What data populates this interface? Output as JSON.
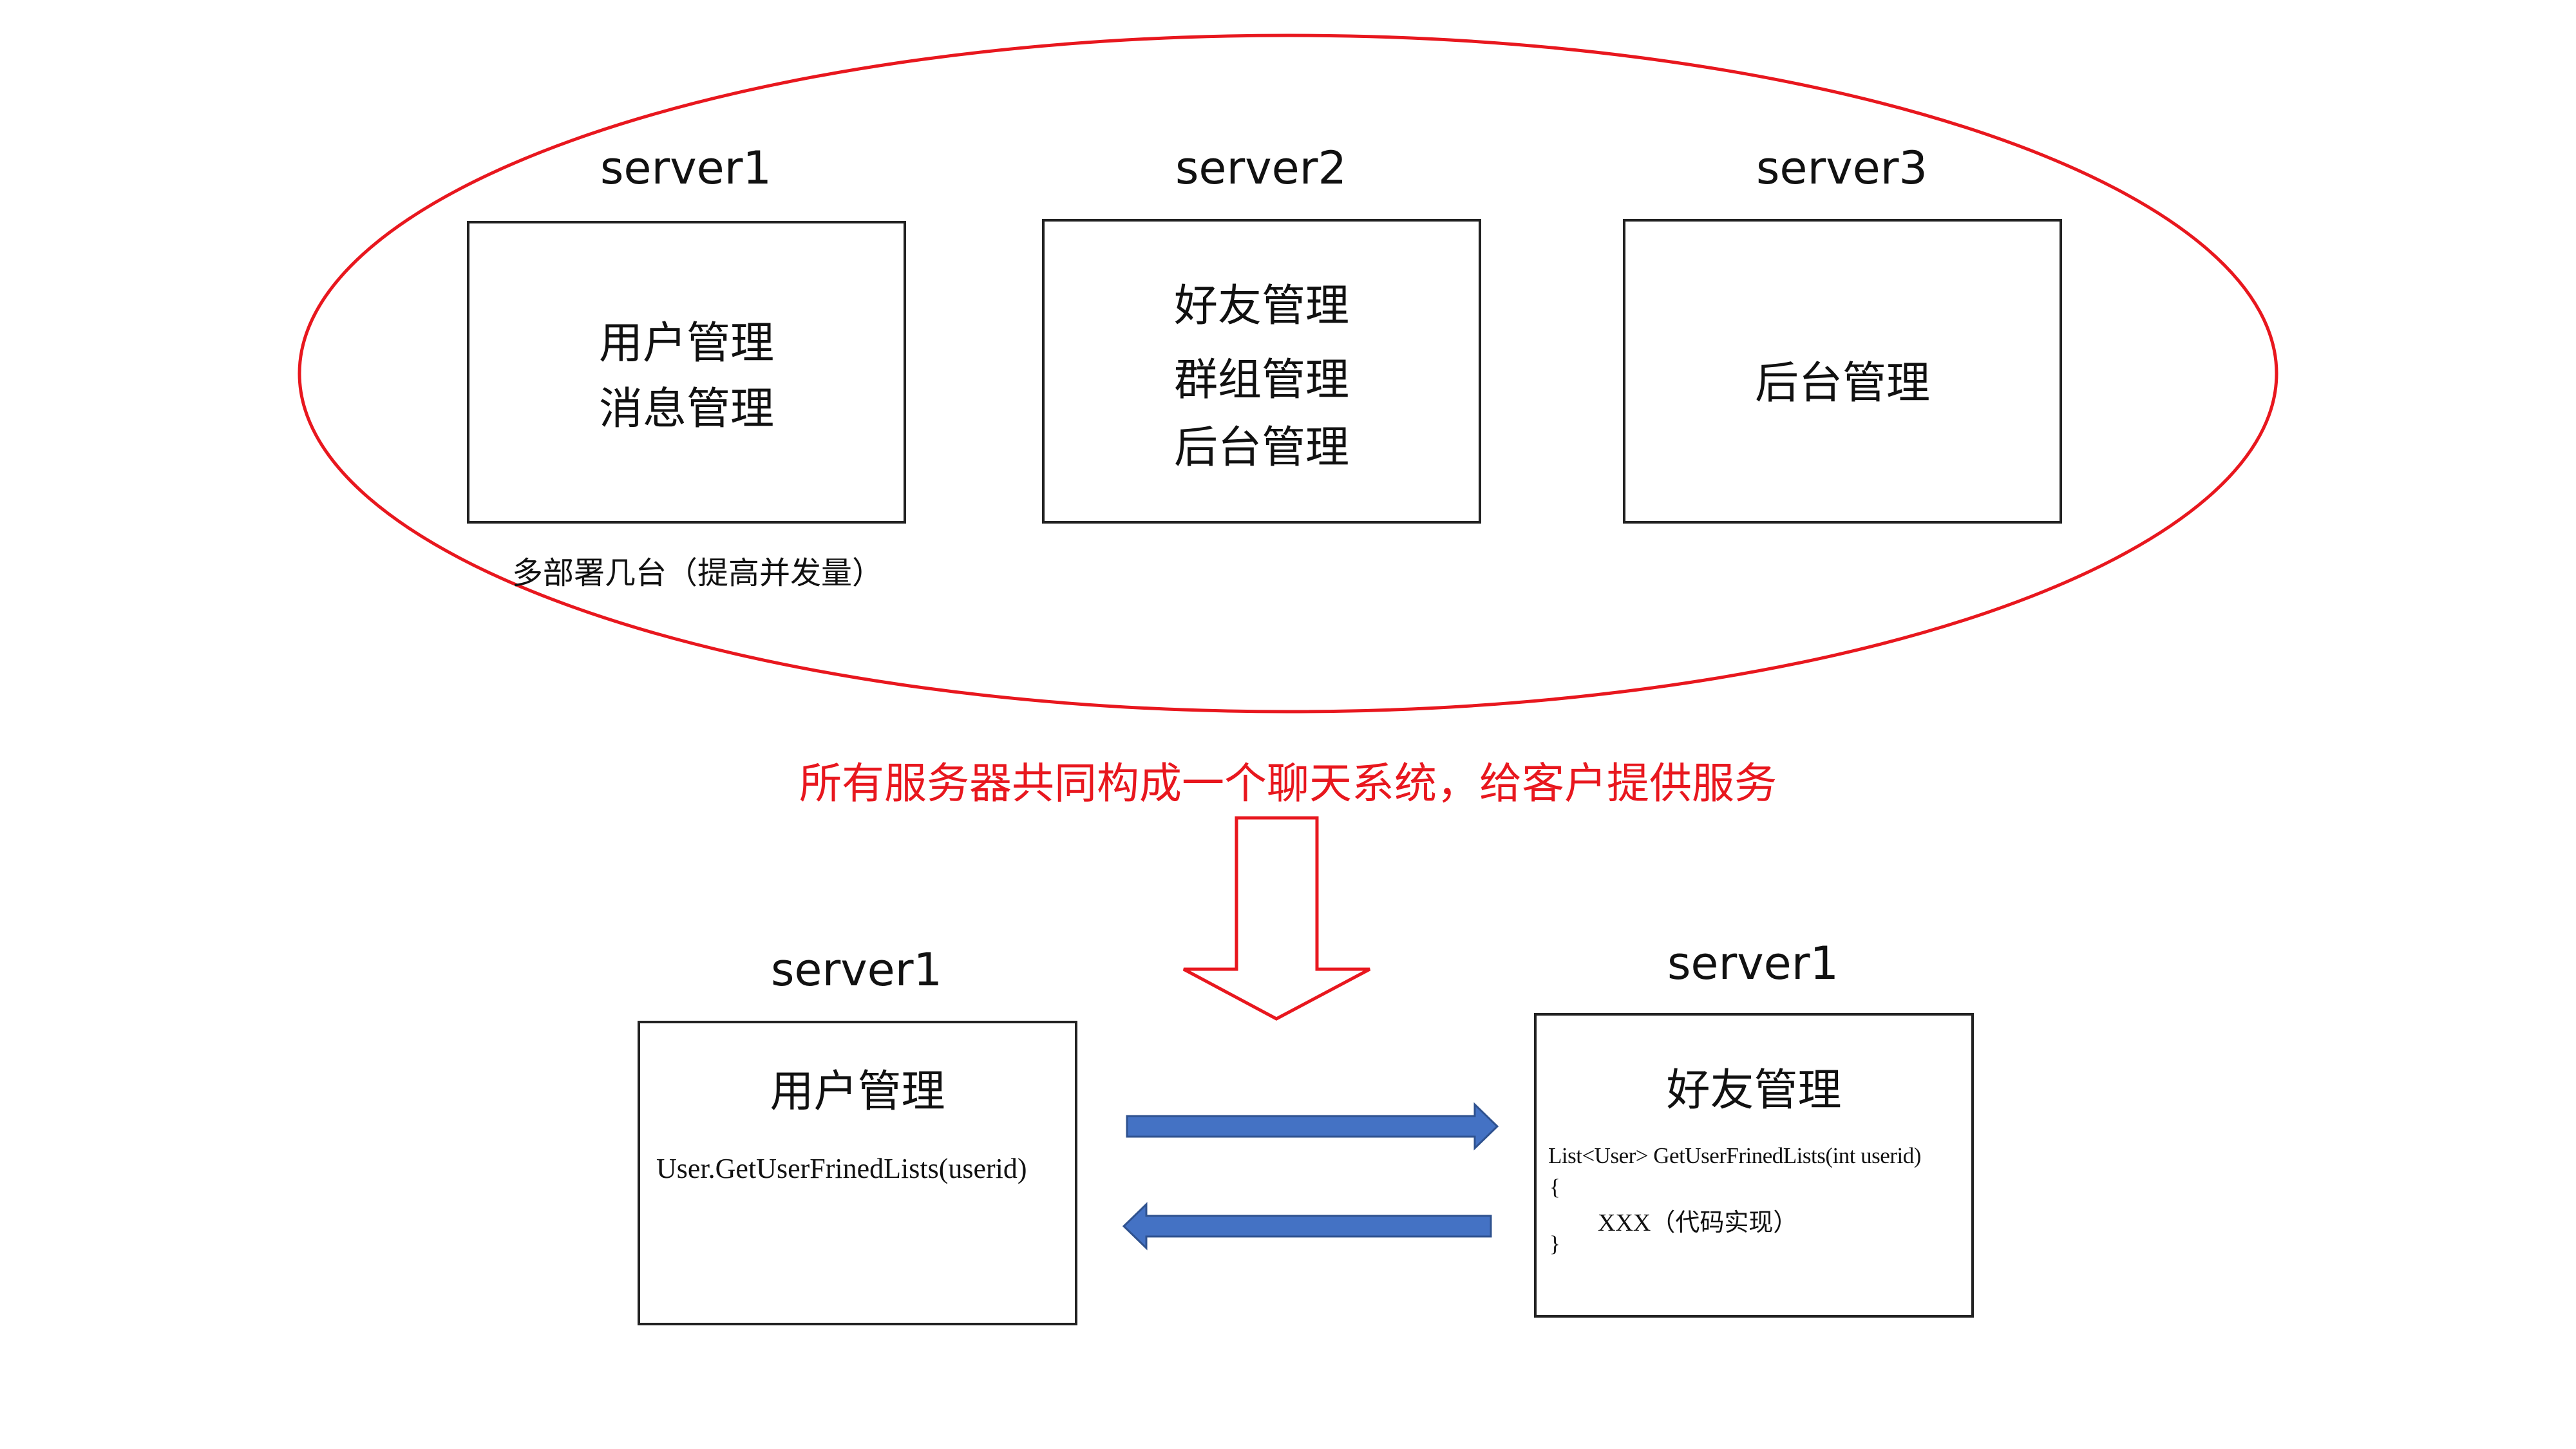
{
  "top_cluster": {
    "servers": [
      {
        "title": "server1",
        "lines": [
          "用户管理",
          "消息管理"
        ],
        "note": "多部署几台（提高并发量）"
      },
      {
        "title": "server2",
        "lines": [
          "好友管理",
          "群组管理",
          "后台管理"
        ]
      },
      {
        "title": "server3",
        "lines": [
          "后台管理"
        ]
      }
    ]
  },
  "caption": "所有服务器共同构成一个聊天系统，给客户提供服务",
  "bottom": {
    "left": {
      "title": "server1",
      "heading": "用户管理",
      "call": "User.GetUserFrinedLists(userid)"
    },
    "right": {
      "title": "server1",
      "heading": "好友管理",
      "code_line1": "List<User> GetUserFrinedLists(int userid)",
      "code_line2": "{",
      "code_line3": "XXX（代码实现）",
      "code_line4": "}"
    }
  },
  "colors": {
    "ellipse": "#e8171e",
    "caption": "#e8171e",
    "down_arrow": "#e8171e",
    "side_arrows": "#4472c4"
  }
}
